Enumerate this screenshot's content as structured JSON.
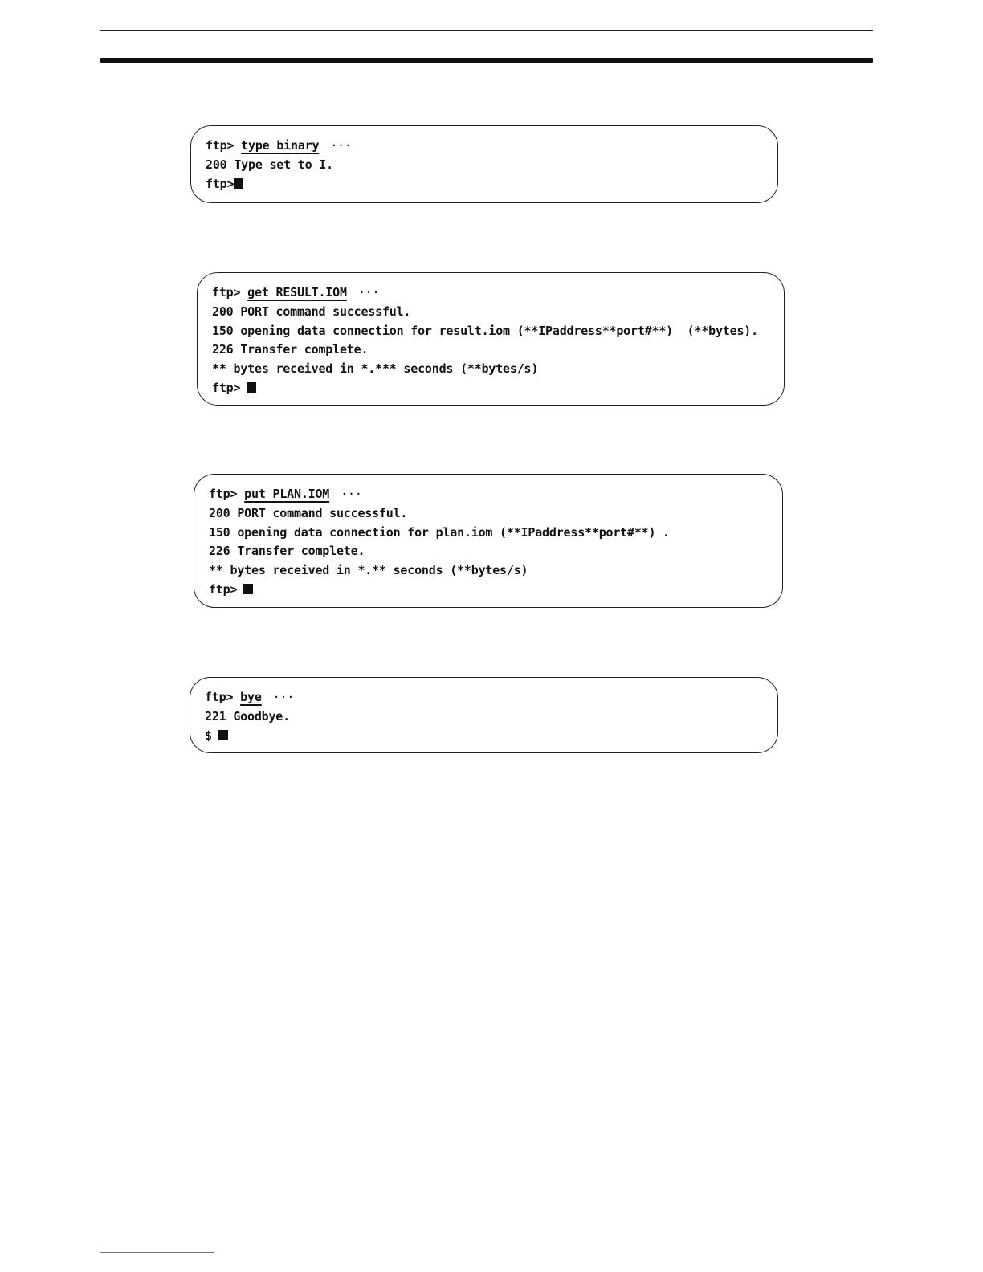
{
  "sessions": [
    {
      "prompt": "ftp>",
      "command": "type binary",
      "ellipsis": "···",
      "responses": [
        "200 Type set to I."
      ],
      "final_prompt": "ftp>"
    },
    {
      "prompt": "ftp>",
      "command": "get RESULT.IOM",
      "ellipsis": "···",
      "responses": [
        "200 PORT command successful.",
        "150 opening data connection for result.iom (**IPaddress**port#**)  (**bytes).",
        "226 Transfer complete.",
        "** bytes received in *.*** seconds (**bytes/s)"
      ],
      "final_prompt": "ftp>"
    },
    {
      "prompt": "ftp>",
      "command": "put PLAN.IOM",
      "ellipsis": "···",
      "responses": [
        "200 PORT command successful.",
        "150 opening data connection for plan.iom (**IPaddress**port#**) .",
        "226 Transfer complete.",
        "** bytes received in *.** seconds (**bytes/s)"
      ],
      "final_prompt": "ftp>"
    },
    {
      "prompt": "ftp>",
      "command": "bye",
      "ellipsis": "···",
      "responses": [
        "221 Goodbye."
      ],
      "final_prompt": "$"
    }
  ]
}
